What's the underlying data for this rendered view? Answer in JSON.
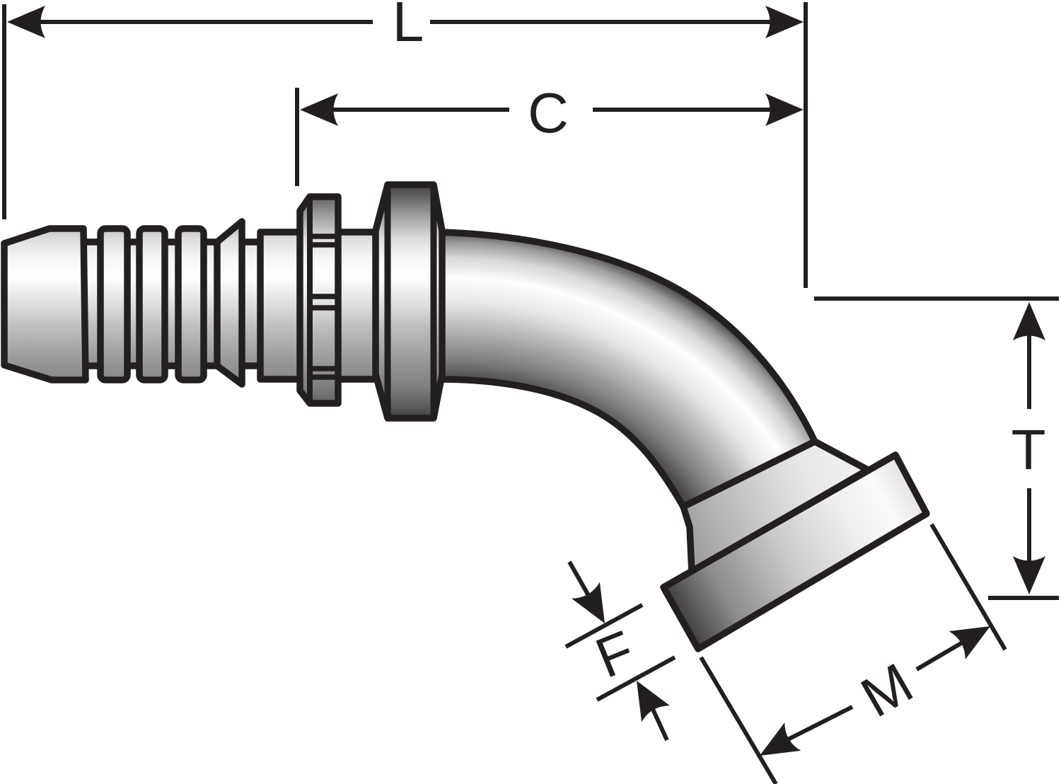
{
  "diagram": {
    "labels": {
      "l": "L",
      "c": "C",
      "t": "T",
      "f": "F",
      "m": "M"
    },
    "colors": {
      "line": "#231f20",
      "background": "#ffffff",
      "metal_highlight": "#fdfdfd",
      "metal_shadow": "#3d3d3d"
    }
  }
}
